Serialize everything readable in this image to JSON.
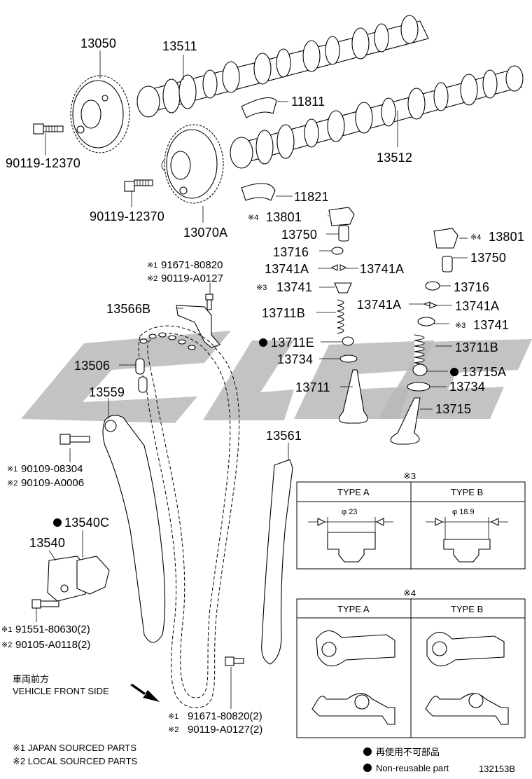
{
  "labels": {
    "p13050": "13050",
    "p13511": "13511",
    "p11811": "11811",
    "p90119_12370_a": "90119-12370",
    "p13512": "13512",
    "p90119_12370_b": "90119-12370",
    "p11821": "11821",
    "p13070A": "13070A",
    "p13801_l": "13801",
    "p13750_l": "13750",
    "p13716_l": "13716",
    "p13741A_l1": "13741A",
    "p13741A_l2": "13741A",
    "p13741_l": "13741",
    "p13711B_l": "13711B",
    "p13711E": "13711E",
    "p13734_l": "13734",
    "p13711": "13711",
    "p13801_r": "13801",
    "p13750_r": "13750",
    "p13716_r": "13716",
    "p13741A_r1": "13741A",
    "p13741A_r2": "13741A",
    "p13741_r": "13741",
    "p13711B_r": "13711B",
    "p13715A": "13715A",
    "p13734_r": "13734",
    "p13715": "13715",
    "bolt_top_1": "91671-80820",
    "bolt_top_2": "90119-A0127",
    "p13566B": "13566B",
    "p13506": "13506",
    "p13559": "13559",
    "p13561": "13561",
    "bolt_guide_1": "90109-08304",
    "bolt_guide_2": "90109-A0006",
    "p13540C": "13540C",
    "p13540": "13540",
    "bolt_tens_1": "91551-80630(2)",
    "bolt_tens_2": "90105-A0118(2)",
    "bolt_bot_1": "91671-80820(2)",
    "bolt_bot_2": "90119-A0127(2)",
    "mark1": "※1",
    "mark2": "※2",
    "mark3": "※3",
    "mark4": "※4"
  },
  "front": {
    "jp": "車両前方",
    "en": "VEHICLE FRONT SIDE"
  },
  "footnotes": {
    "n1": "※1 JAPAN SOURCED PARTS",
    "n2": "※2 LOCAL SOURCED PARTS"
  },
  "legend": {
    "jp": "再使用不可部品",
    "en": "Non-reusable part"
  },
  "figure_id": "132153B",
  "box3": {
    "title": "※3",
    "type_a": "TYPE A",
    "type_b": "TYPE B",
    "dim_a": "φ 23",
    "dim_b": "φ 18.9"
  },
  "box4": {
    "title": "※4",
    "type_a": "TYPE A",
    "type_b": "TYPE B"
  },
  "colors": {
    "watermark": "#b9b9b9",
    "ink": "#000000"
  }
}
